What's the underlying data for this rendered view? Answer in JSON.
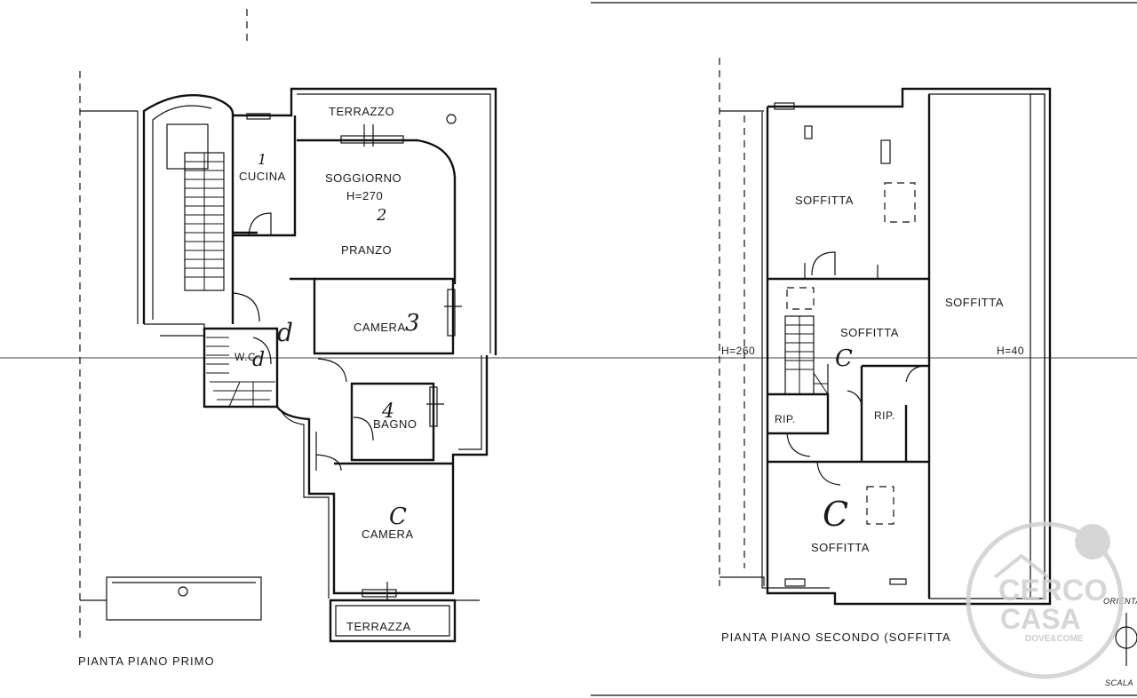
{
  "floor1": {
    "title": "PIANTA PIANO PRIMO",
    "rooms": {
      "terrazzo": "TERRAZZO",
      "cucina": "CUCINA",
      "soggiorno": "SOGGIORNO",
      "height": "H=270",
      "pranzo": "PRANZO",
      "camera1": "CAMERA",
      "wc": "W.C",
      "bagno": "BAGNO",
      "camera2": "CAMERA",
      "terrazza": "TERRAZZA"
    },
    "marks": {
      "cucina": "1",
      "soggiorno": "2",
      "camera1": "3",
      "corridor": "d",
      "wc": "d",
      "bagno": "4",
      "camera2": "C"
    }
  },
  "floor2": {
    "title": "PIANTA PIANO SECONDO (SOFFITTA",
    "rooms": {
      "soffitta1": "SOFFITTA",
      "soffitta2": "SOFFITTA",
      "soffitta3": "SOFFITTA",
      "soffitta4": "SOFFITTA",
      "rip1": "RIP.",
      "rip2": "RIP.",
      "h_left": "H=260",
      "h_right": "H=40"
    },
    "marks": {
      "soffitta2": "C",
      "soffitta3": "C"
    }
  },
  "corner": {
    "orienta": "ORIENTA",
    "scala": "SCALA"
  },
  "watermark": {
    "line1": "CERCO",
    "line2": "CASA",
    "line3": "DOVE&COME"
  }
}
